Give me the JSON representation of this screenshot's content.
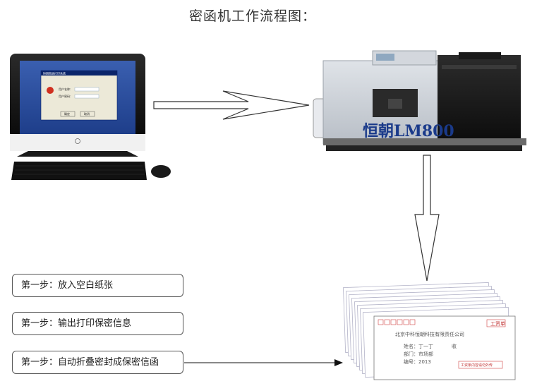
{
  "title": "密函机工作流程图：",
  "machine": {
    "brand": "恒朝LM800"
  },
  "computer_dialog": {
    "title": "恒朝密函打印系统",
    "field1": "用户名称:",
    "field2": "用户密码:",
    "ok": "确定",
    "cancel": "取消"
  },
  "envelope": {
    "company": "北京中科恒朝科技有限责任公司",
    "line1": "姓名：丁一丁",
    "line1b": "收",
    "line2": "部门：市场部",
    "line3": "编号：2013",
    "stamp": "工资单",
    "footer": "工资条内容请勿外传"
  },
  "steps": [
    {
      "label": "第一步：放入空白纸张"
    },
    {
      "label": "第一步：输出打印保密信息"
    },
    {
      "label": "第一步：自动折叠密封成保密信函"
    }
  ]
}
